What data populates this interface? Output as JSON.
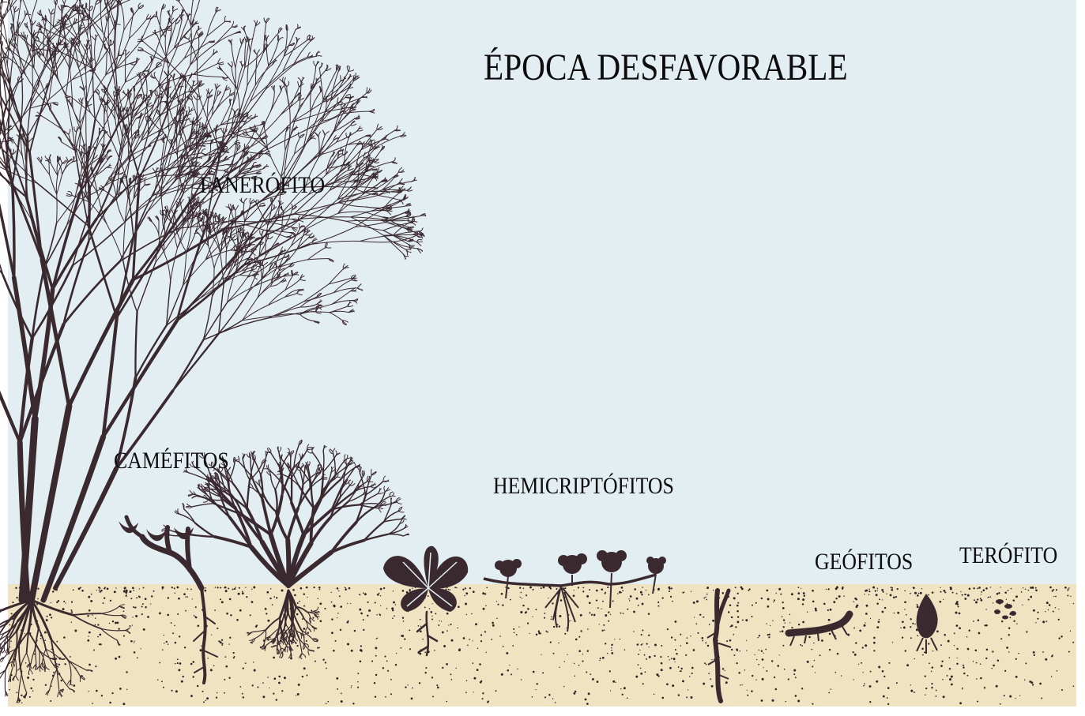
{
  "title": "ÉPOCA DESFAVORABLE",
  "labels": {
    "fanerofito": "FANERÓFITO",
    "camefitos": "CAMÉFITOS",
    "hemicriptofitos": "HEMICRIPTÓFITOS",
    "geofitos": "GEÓFITOS",
    "terofito": "TERÓFITO"
  },
  "colors": {
    "sky": "#e3eef2",
    "soil": "#f0e3c2",
    "plant": "#3a2a30",
    "dot": "#2b2326"
  }
}
